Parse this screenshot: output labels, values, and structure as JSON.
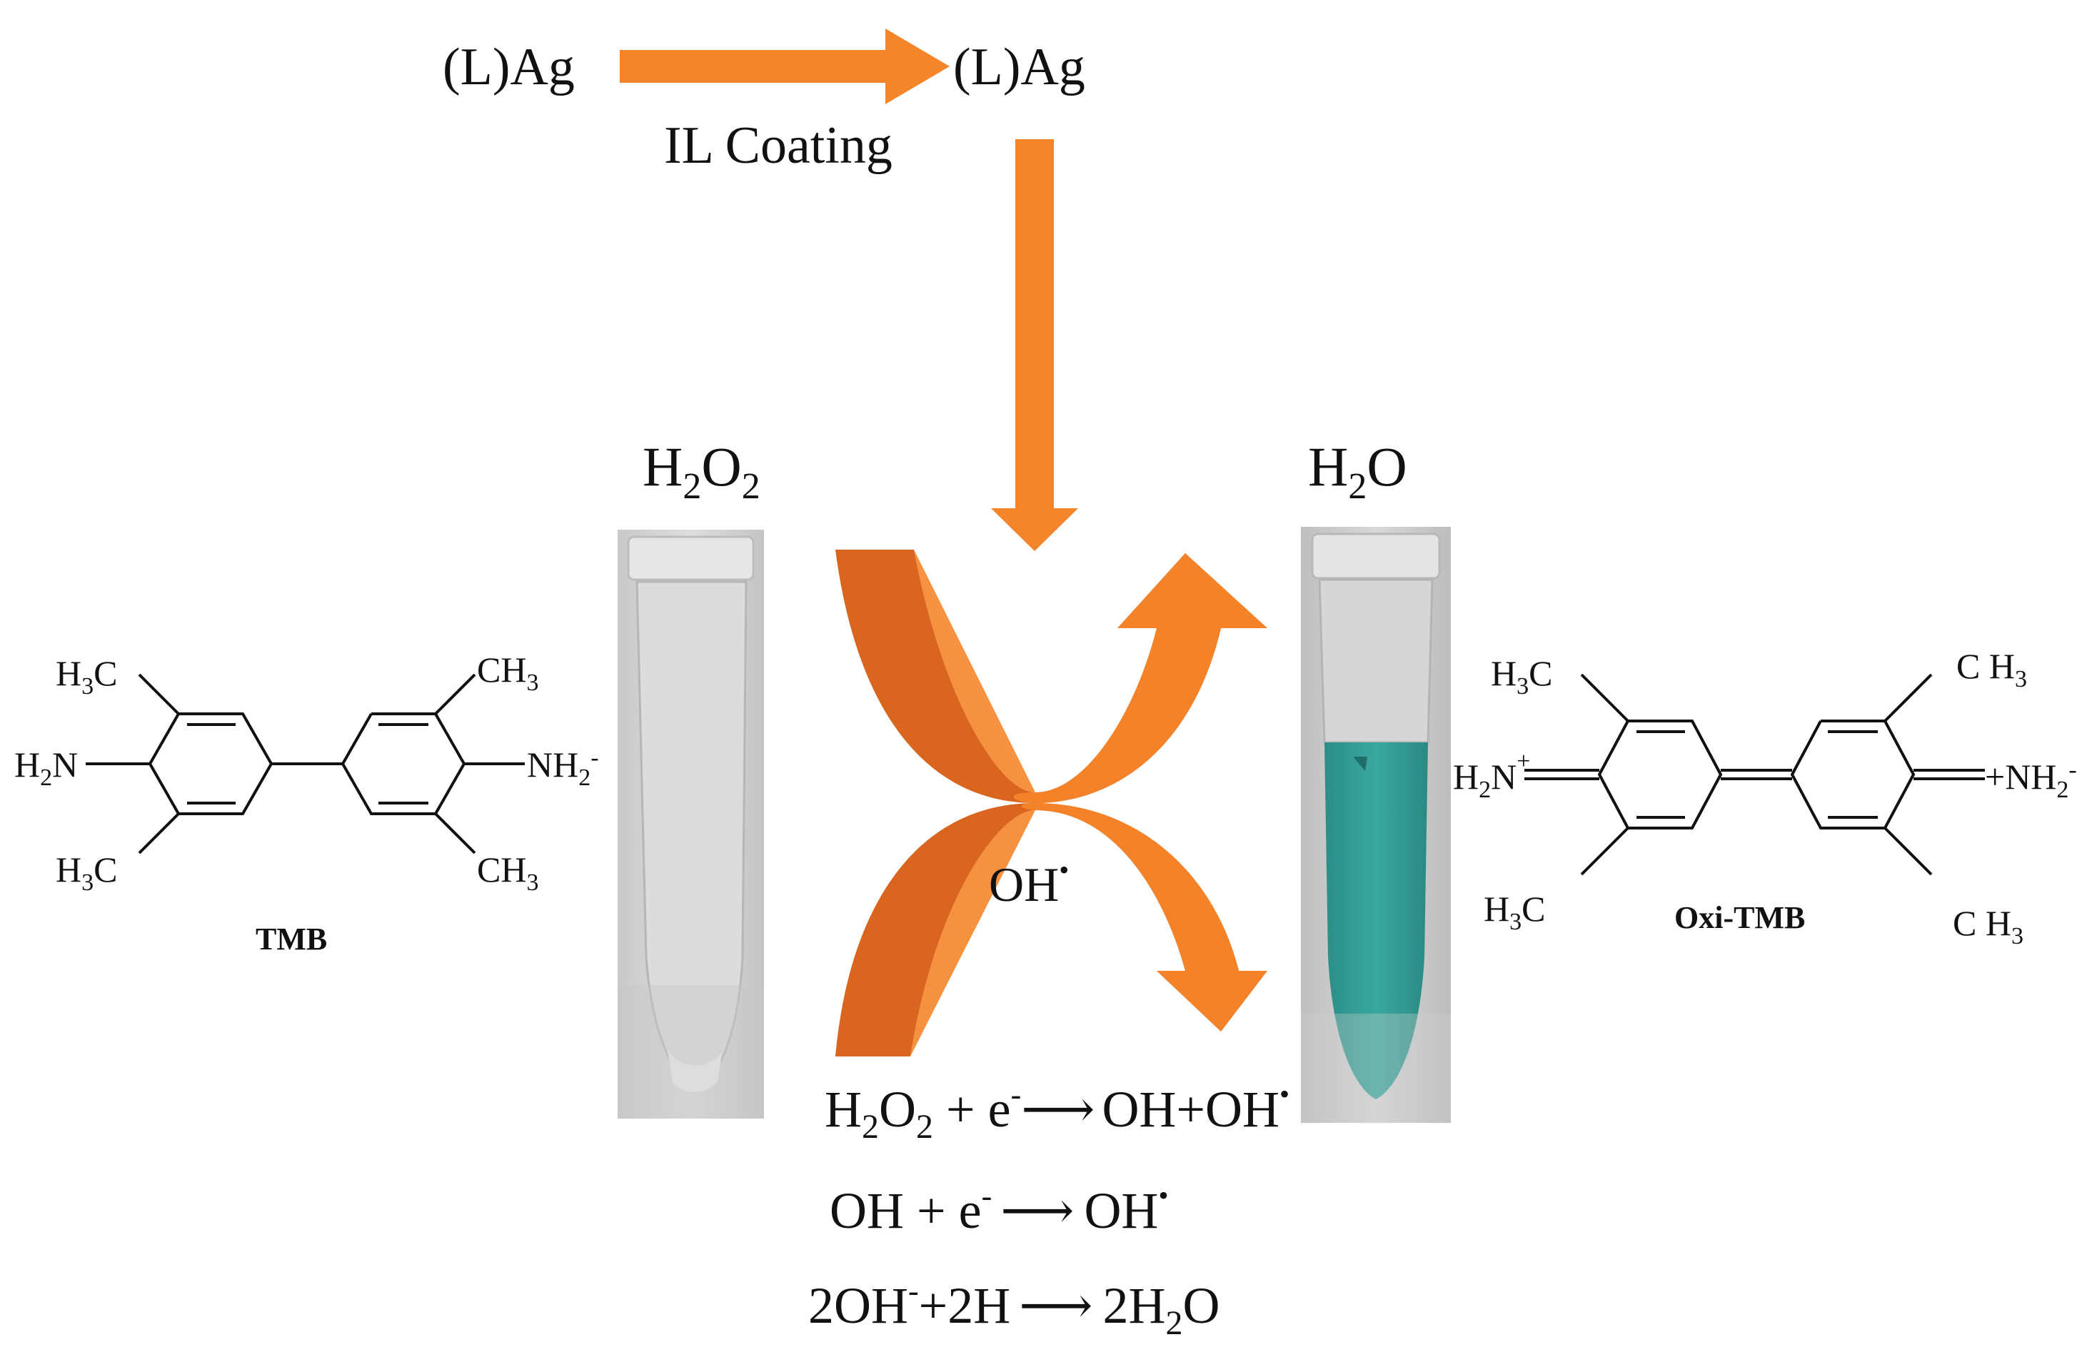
{
  "top_flow": {
    "catalyst_left": "(L)Ag",
    "catalyst_right": "(L)Ag",
    "process_label": "IL Coating"
  },
  "reagents": {
    "left_label_main": "H",
    "left_label_sub1": "2",
    "left_label_mid": "O",
    "left_label_sub2": "2",
    "right_label_main": "H",
    "right_label_sub": "2",
    "right_label_end": "O",
    "radical_label": "OH",
    "radical_dot": "•"
  },
  "tmb": {
    "name": "TMB",
    "group_top_left": "H",
    "group_top_left_sub": "3",
    "group_top_left_end": "C",
    "group_amine_left": "H",
    "group_amine_left_sub": "2",
    "group_amine_left_end": "N",
    "group_bottom_left": "H",
    "group_bottom_left_sub": "3",
    "group_bottom_left_end": "C",
    "group_top_right": "CH",
    "group_top_right_sub": "3",
    "group_amine_right": "NH",
    "group_amine_right_sub": "2",
    "group_amine_right_sup": "-",
    "group_bottom_right": "CH",
    "group_bottom_right_sub": "3"
  },
  "oxi_tmb": {
    "name": "Oxi-TMB",
    "group_top_left": "H",
    "group_top_left_sub": "3",
    "group_top_left_end": "C",
    "group_amine_left": "H",
    "group_amine_left_sub": "2",
    "group_amine_left_end": "N",
    "group_amine_left_sup": "+",
    "group_bottom_left": "H",
    "group_bottom_left_sub": "3",
    "group_bottom_left_end": "C",
    "group_top_right": "C H",
    "group_top_right_sub": "3",
    "group_amine_right": "+NH",
    "group_amine_right_sub": "2",
    "group_amine_right_sup": "-",
    "group_bottom_right": "C H",
    "group_bottom_right_sub": "3"
  },
  "equations": {
    "eq1": {
      "a": "H",
      "a_sub1": "2",
      "b": "O",
      "b_sub": "2",
      "c": " + e",
      "c_sup": "-",
      "arrow": "⟶",
      "d": "OH+OH",
      "d_sup": "•"
    },
    "eq2": {
      "a": "OH + e",
      "a_sup": "-",
      "arrow": "⟶",
      "b": "OH",
      "b_sup": "•"
    },
    "eq3": {
      "a": "2OH",
      "a_sup": "-",
      "b": "+2H",
      "arrow": "⟶",
      "c": "2H",
      "c_sub": "2",
      "d": "O"
    }
  },
  "colors": {
    "arrow_orange": "#F5852A",
    "arrow_dark_orange": "#D9651E",
    "tube_clear": "#D9D9D9",
    "tube_blue": "#2E9A92"
  }
}
